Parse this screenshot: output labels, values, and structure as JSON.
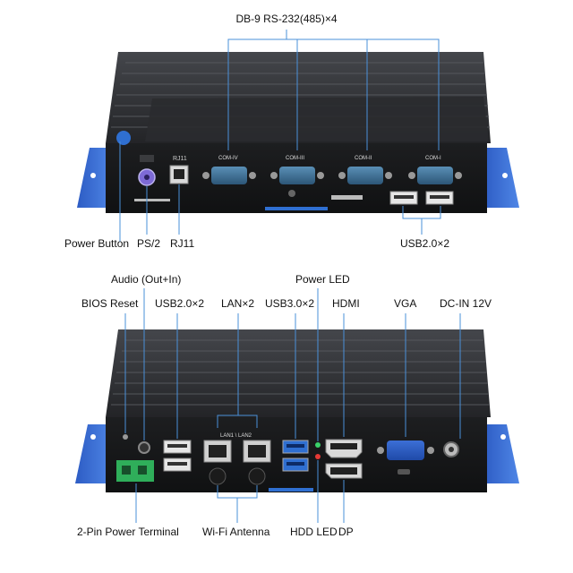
{
  "top_labels": {
    "com_group": "DB-9 RS-232(485)×4",
    "power_button": "Power Button",
    "ps2": "PS/2",
    "rj11": "RJ11",
    "usb20": "USB2.0×2"
  },
  "top_silk": {
    "rj11": "RJ11",
    "com4": "COM-IV",
    "com3": "COM-III",
    "com2": "COM-II",
    "com1": "COM-I"
  },
  "bottom_labels": {
    "audio": "Audio (Out+In)",
    "power_led": "Power LED",
    "bios_reset": "BIOS Reset",
    "usb20": "USB2.0×2",
    "lan": "LAN×2",
    "usb30": "USB3.0×2",
    "hdmi": "HDMI",
    "vga": "VGA",
    "dcin": "DC-IN 12V",
    "power_terminal": "2-Pin Power Terminal",
    "wifi": "Wi-Fi Antenna",
    "hdd_led": "HDD LED",
    "dp": "DP"
  },
  "bottom_silk": {
    "lan": "LAN1 \\ LAN2"
  },
  "colors": {
    "callout": "#4a90d9",
    "bracket": "#3a6fd8",
    "chassis": "#2a2b2e",
    "com_port": "#3b6f95",
    "usb3": "#2f6fd1",
    "terminal": "#2fae5a"
  }
}
